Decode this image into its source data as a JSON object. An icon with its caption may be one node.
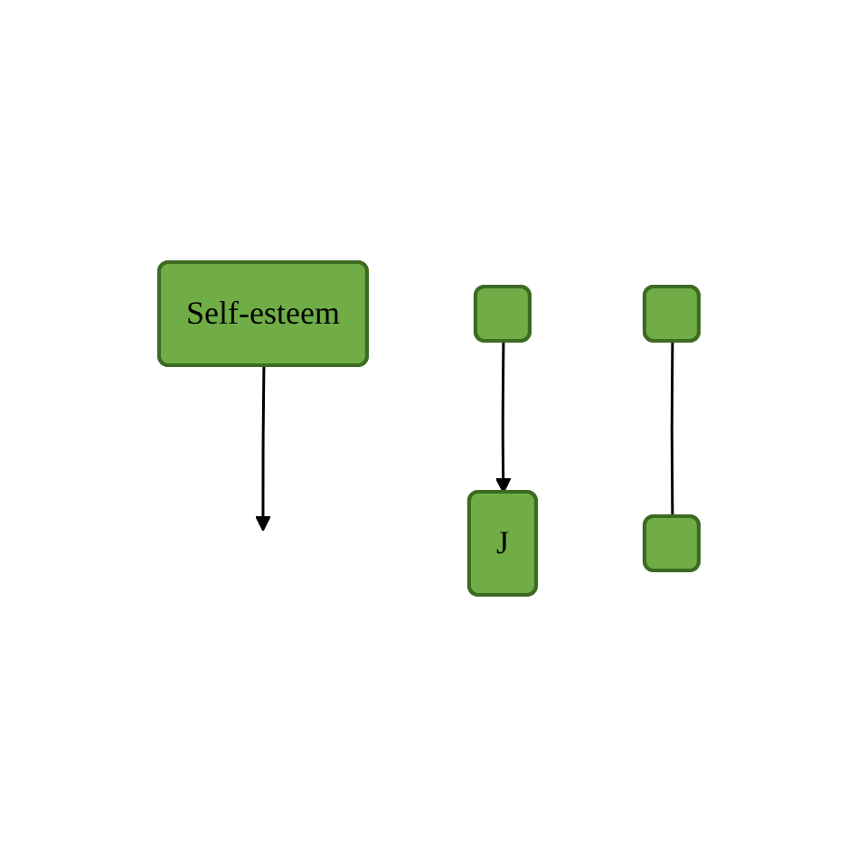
{
  "diagram": {
    "nodes": [
      {
        "text": [
          "Self-esteem"
        ]
      },
      {
        "text": [],
        "shape": "box"
      },
      {
        "text": [
          "J"
        ]
      },
      {
        "text": [],
        "shape": "box"
      },
      {
        "text": [],
        "shape": "box"
      }
    ],
    "edges": [
      {
        "from": 1,
        "to": 2,
        "arrow": "to"
      },
      {
        "from": 3,
        "to": 4,
        "arrow": "none"
      },
      {
        "from": 0,
        "to": null,
        "arrow": "to"
      }
    ]
  }
}
